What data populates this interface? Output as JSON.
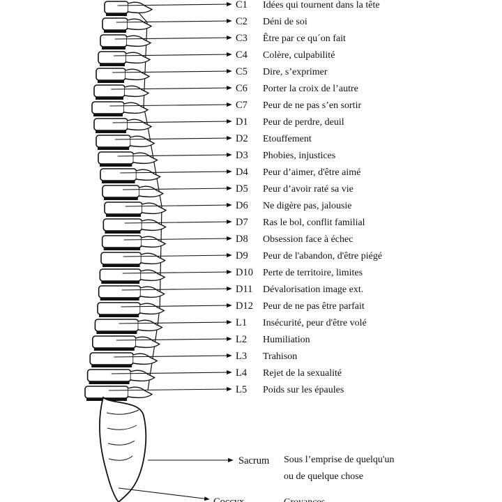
{
  "diagram": {
    "vertebrae": [
      {
        "code": "C1",
        "description": "Idées qui tournent dans la tête"
      },
      {
        "code": "C2",
        "description": "Déni de soi"
      },
      {
        "code": "C3",
        "description": "Être  par ce qu´on fait"
      },
      {
        "code": "C4",
        "description": "Colère, culpabilité"
      },
      {
        "code": "C5",
        "description": "Dire, s’exprimer"
      },
      {
        "code": "C6",
        "description": "Porter la croix de l’autre"
      },
      {
        "code": "C7",
        "description": "Peur de ne pas s’en sortir"
      },
      {
        "code": "D1",
        "description": "Peur de perdre, deuil"
      },
      {
        "code": "D2",
        "description": "Etouffement"
      },
      {
        "code": "D3",
        "description": "Phobies, injustices"
      },
      {
        "code": "D4",
        "description": "Peur d’aimer, d'être aimé"
      },
      {
        "code": "D5",
        "description": "Peur d’avoir raté sa vie"
      },
      {
        "code": "D6",
        "description": "Ne digère pas, jalousie"
      },
      {
        "code": "D7",
        "description": "Ras le bol, conflit familial"
      },
      {
        "code": "D8",
        "description": "Obsession face à échec"
      },
      {
        "code": "D9",
        "description": "Peur de l'abandon, d'être piégé"
      },
      {
        "code": "D10",
        "description": "Perte de territoire, limites"
      },
      {
        "code": "D11",
        "description": "Dévalorisation image ext."
      },
      {
        "code": "D12",
        "description": "Peur de ne pas être parfait"
      },
      {
        "code": "L1",
        "description": "Insécurité, peur d'être volé"
      },
      {
        "code": "L2",
        "description": "Humiliation"
      },
      {
        "code": "L3",
        "description": "Trahison"
      },
      {
        "code": "L4",
        "description": "Rejet de la sexualité"
      },
      {
        "code": "L5",
        "description": "Poids sur les épaules"
      }
    ],
    "sacrum": {
      "code": "Sacrum",
      "line1": "Sous l’emprise de quelqu'un",
      "line2": "ou de quelque chose"
    },
    "coccyx": {
      "code": "Coccyx",
      "description": "Croyances"
    }
  }
}
